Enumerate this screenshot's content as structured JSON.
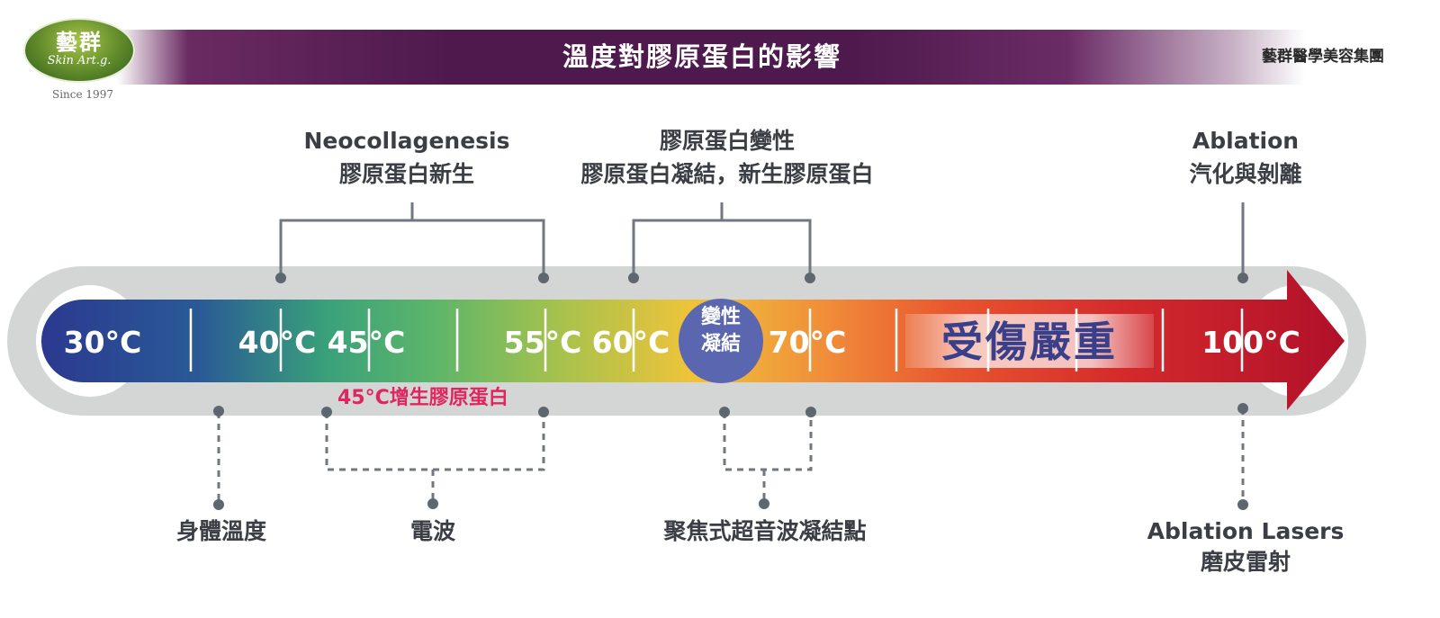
{
  "header": {
    "title": "溫度對膠原蛋白的影響",
    "company": "藝群醫學美容集團",
    "logo": {
      "cn": "藝群",
      "en": "Skin Art.g.",
      "since": "Since 1997"
    }
  },
  "scale": {
    "temperatures": [
      "30°C",
      "40°C",
      "45°C",
      "55°C",
      "60°C",
      "70°C",
      "100°C"
    ],
    "coagulation_badge": {
      "line1": "變性",
      "line2": "凝結"
    },
    "severe_damage": "受傷嚴重",
    "note_45": "45°C增生膠原蛋白"
  },
  "top_labels": {
    "neocollagenesis": {
      "line1": "Neocollagenesis",
      "line2": "膠原蛋白新生"
    },
    "denaturation": {
      "line1": "膠原蛋白變性",
      "line2": "膠原蛋白凝結，新生膠原蛋白"
    },
    "ablation": {
      "line1": "Ablation",
      "line2": "汽化與剝離"
    }
  },
  "bottom_labels": {
    "body_temp": "身體溫度",
    "radio_wave": "電波",
    "hifu": "聚焦式超音波凝結點",
    "ablation_lasers": {
      "line1": "Ablation Lasers",
      "line2": "磨皮雷射"
    }
  },
  "colors": {
    "banner": "#4e1a4d",
    "track": "#d4d6d6",
    "connector": "#707780",
    "scale_start": "#2b3990",
    "scale_mid": "#f0c23a",
    "scale_end": "#b0102a",
    "badge": "#5a66b0",
    "note_45": "#e0265f"
  }
}
